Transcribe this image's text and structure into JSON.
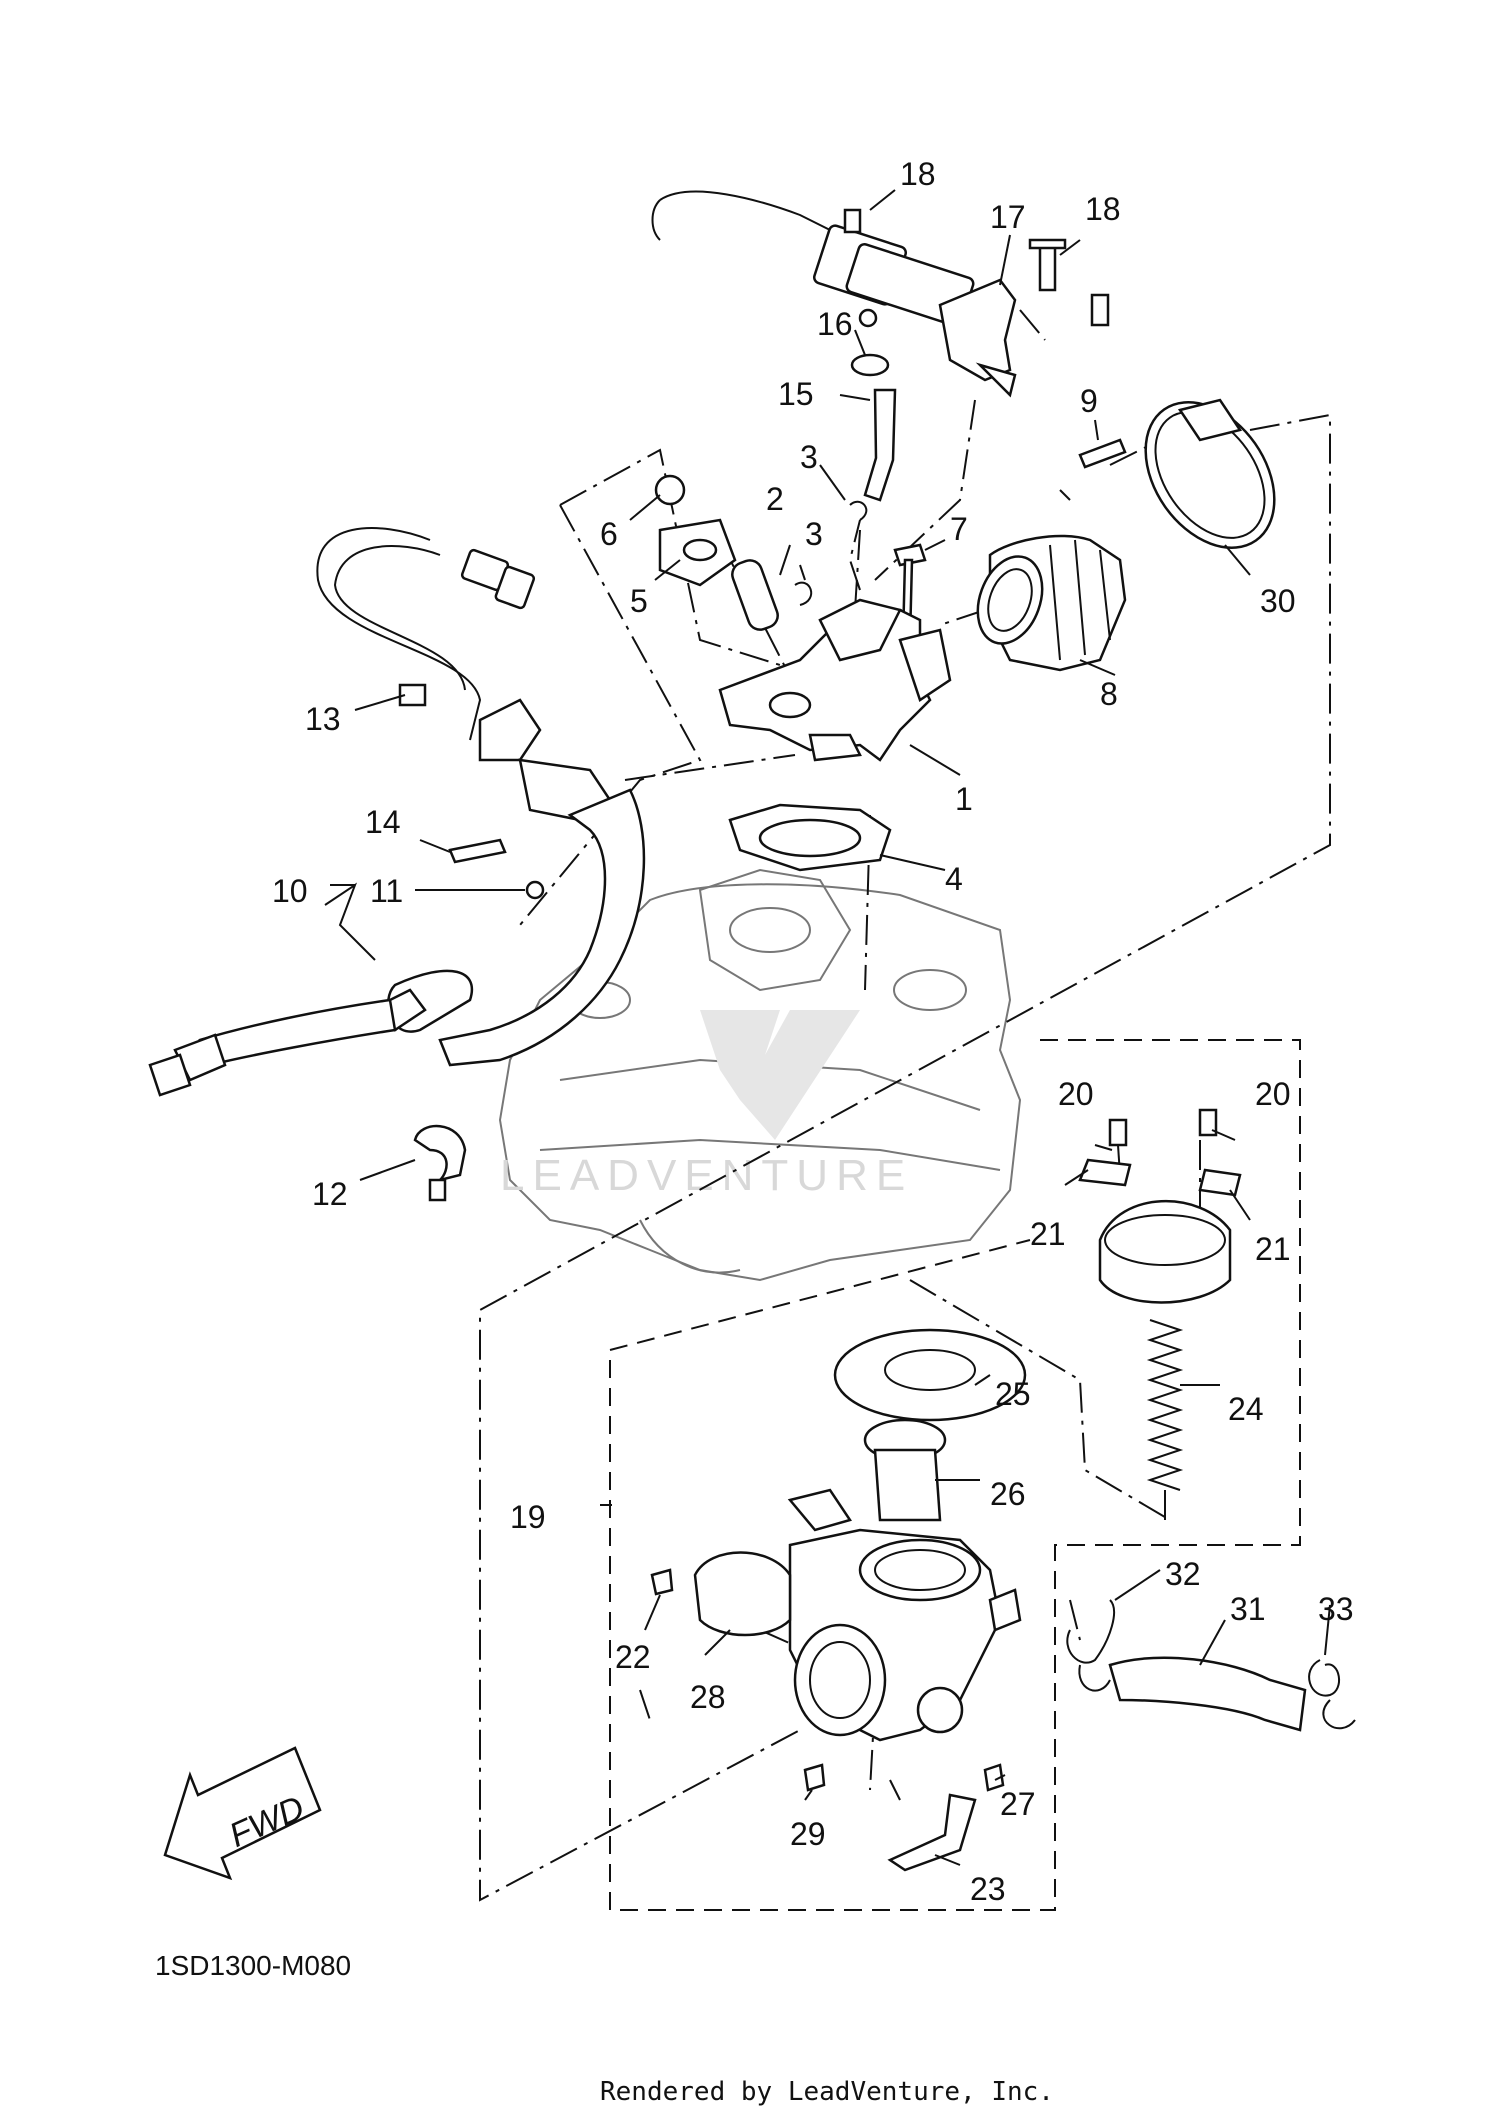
{
  "diagram": {
    "code": "1SD1300-M080",
    "footer": "Rendered by LeadVenture, Inc.",
    "watermark": "LEADVENTURE",
    "fwd_label": "FWD",
    "callouts": [
      {
        "key": "c18a",
        "text": "18"
      },
      {
        "key": "c18b",
        "text": "18"
      },
      {
        "key": "c17",
        "text": "17"
      },
      {
        "key": "c16",
        "text": "16"
      },
      {
        "key": "c15",
        "text": "15"
      },
      {
        "key": "c9",
        "text": "9"
      },
      {
        "key": "c3a",
        "text": "3"
      },
      {
        "key": "c2",
        "text": "2"
      },
      {
        "key": "c3b",
        "text": "3"
      },
      {
        "key": "c6",
        "text": "6"
      },
      {
        "key": "c7",
        "text": "7"
      },
      {
        "key": "c5",
        "text": "5"
      },
      {
        "key": "c30",
        "text": "30"
      },
      {
        "key": "c8",
        "text": "8"
      },
      {
        "key": "c13",
        "text": "13"
      },
      {
        "key": "c1",
        "text": "1"
      },
      {
        "key": "c14",
        "text": "14"
      },
      {
        "key": "c4",
        "text": "4"
      },
      {
        "key": "c10",
        "text": "10"
      },
      {
        "key": "c11",
        "text": "11"
      },
      {
        "key": "c12",
        "text": "12"
      },
      {
        "key": "c20a",
        "text": "20"
      },
      {
        "key": "c20b",
        "text": "20"
      },
      {
        "key": "c21a",
        "text": "21"
      },
      {
        "key": "c21b",
        "text": "21"
      },
      {
        "key": "c25",
        "text": "25"
      },
      {
        "key": "c24",
        "text": "24"
      },
      {
        "key": "c26",
        "text": "26"
      },
      {
        "key": "c19",
        "text": "19"
      },
      {
        "key": "c32",
        "text": "32"
      },
      {
        "key": "c31",
        "text": "31"
      },
      {
        "key": "c33",
        "text": "33"
      },
      {
        "key": "c22",
        "text": "22"
      },
      {
        "key": "c28",
        "text": "28"
      },
      {
        "key": "c27",
        "text": "27"
      },
      {
        "key": "c29",
        "text": "29"
      },
      {
        "key": "c23",
        "text": "23"
      }
    ]
  }
}
